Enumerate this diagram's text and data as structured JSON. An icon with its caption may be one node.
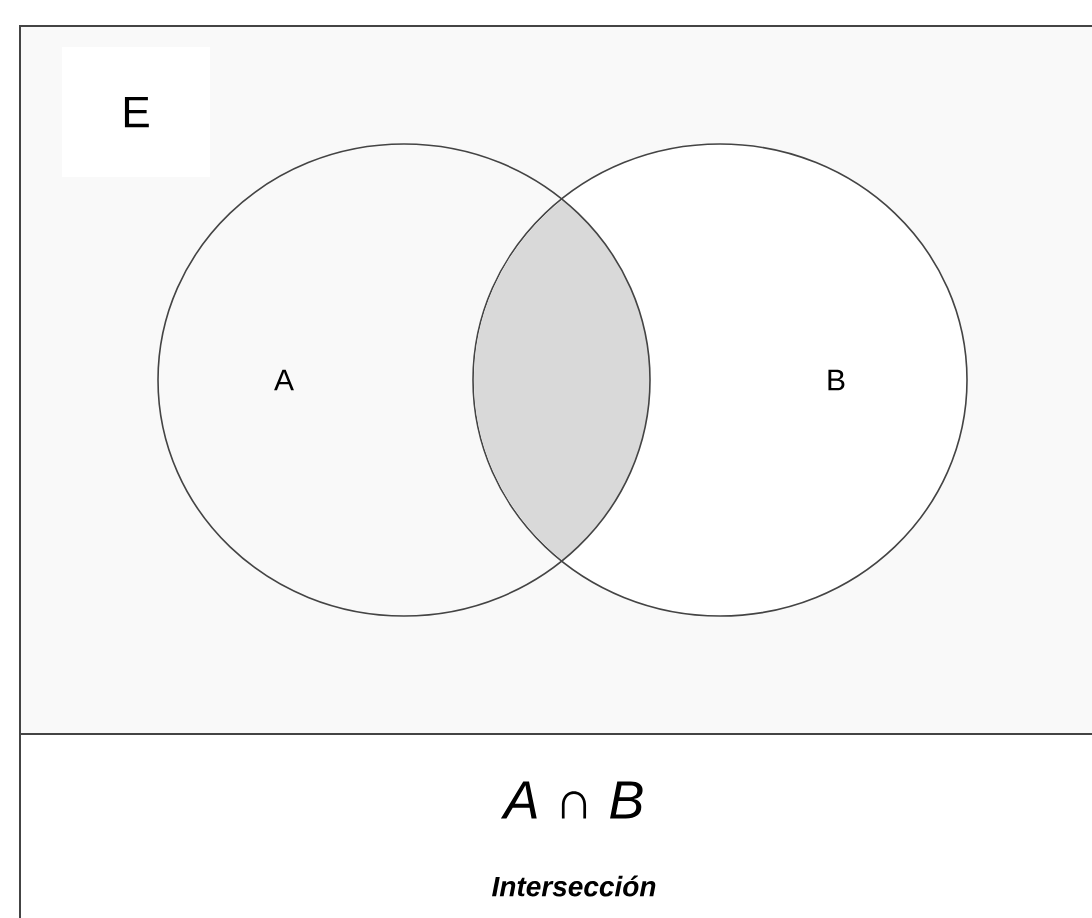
{
  "diagram": {
    "nodes": [
      {
        "text": [
          "E"
        ]
      },
      {
        "text": [
          "A"
        ],
        "in": 0
      },
      {
        "text": [
          "B"
        ],
        "in": 0
      }
    ],
    "labels": [
      "A ∩ B",
      "Intersección"
    ]
  }
}
